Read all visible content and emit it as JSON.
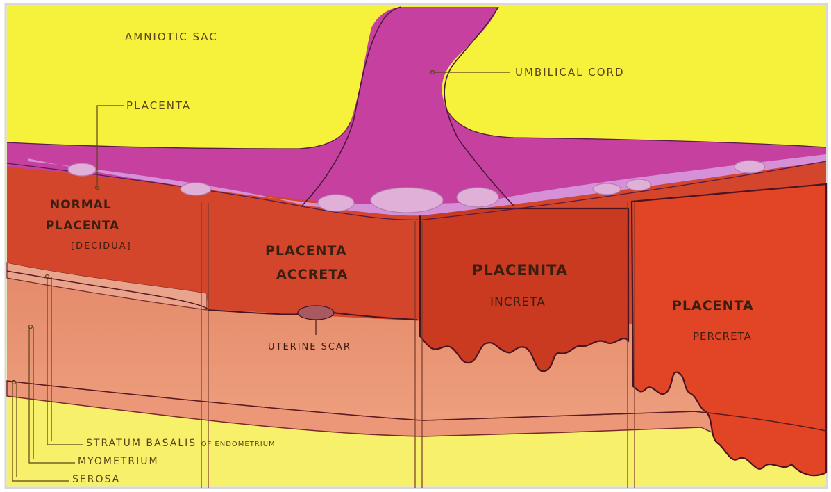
{
  "labels": {
    "amniotic_sac": "AMNIOTIC SAC",
    "umbilical_cord": "UMBILICAL CORD",
    "placenta": "PLACENTA",
    "normal_placenta_line1": "NORMAL",
    "normal_placenta_line2": "PLACENTA",
    "normal_placenta_line3": "[DECIDUA]",
    "accreta_line1": "PLACENTA",
    "accreta_line2": "ACCRETA",
    "increta_line1": "PLACENITA",
    "increta_line2": "INCRETA",
    "percreta_line1": "PLACENTA",
    "percreta_line2": "PERCRETA",
    "uterine_scar": "UTERINE SCAR",
    "stratum_basalis": "STRATUM BASALIS",
    "of_endometrium": "OF ENDOMETRIUM",
    "myometrium": "MYOMETRIUM",
    "serosa": "SEROSA"
  },
  "colors": {
    "amniotic": "#f6f23c",
    "placenta": "#c73fb0",
    "decidua": "#d24a30",
    "myometrium": "#e88a6a",
    "serosa": "#eb9b78",
    "outline": "#4a1a2a"
  }
}
